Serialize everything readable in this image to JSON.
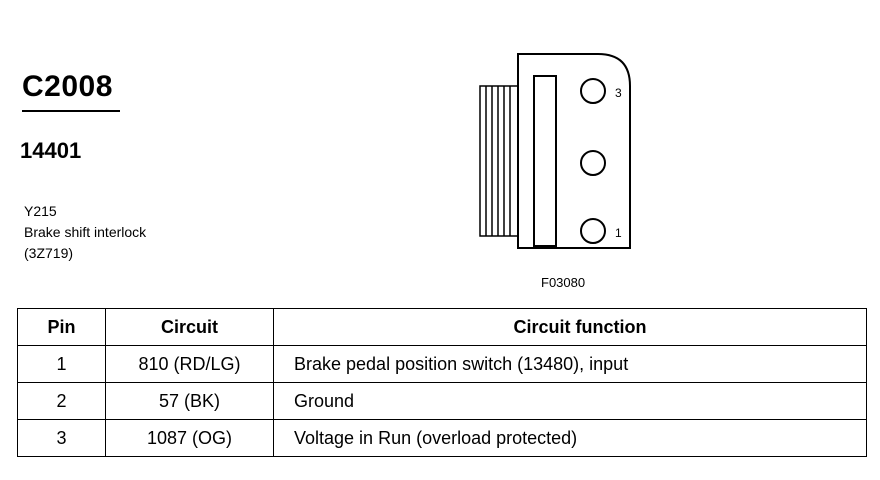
{
  "connector": {
    "id": "C2008",
    "part_number": "14401",
    "code": "Y215",
    "name": "Brake shift interlock",
    "reference": "(3Z719)"
  },
  "figure": {
    "code": "F03080",
    "pin_labels": {
      "top": "3",
      "bottom": "1"
    }
  },
  "table": {
    "headers": {
      "pin": "Pin",
      "circuit": "Circuit",
      "function": "Circuit function"
    },
    "rows": [
      {
        "pin": "1",
        "circuit": "810 (RD/LG)",
        "function": "Brake pedal position switch (13480), input"
      },
      {
        "pin": "2",
        "circuit": "57 (BK)",
        "function": "Ground"
      },
      {
        "pin": "3",
        "circuit": "1087 (OG)",
        "function": "Voltage in Run (overload protected)"
      }
    ]
  }
}
